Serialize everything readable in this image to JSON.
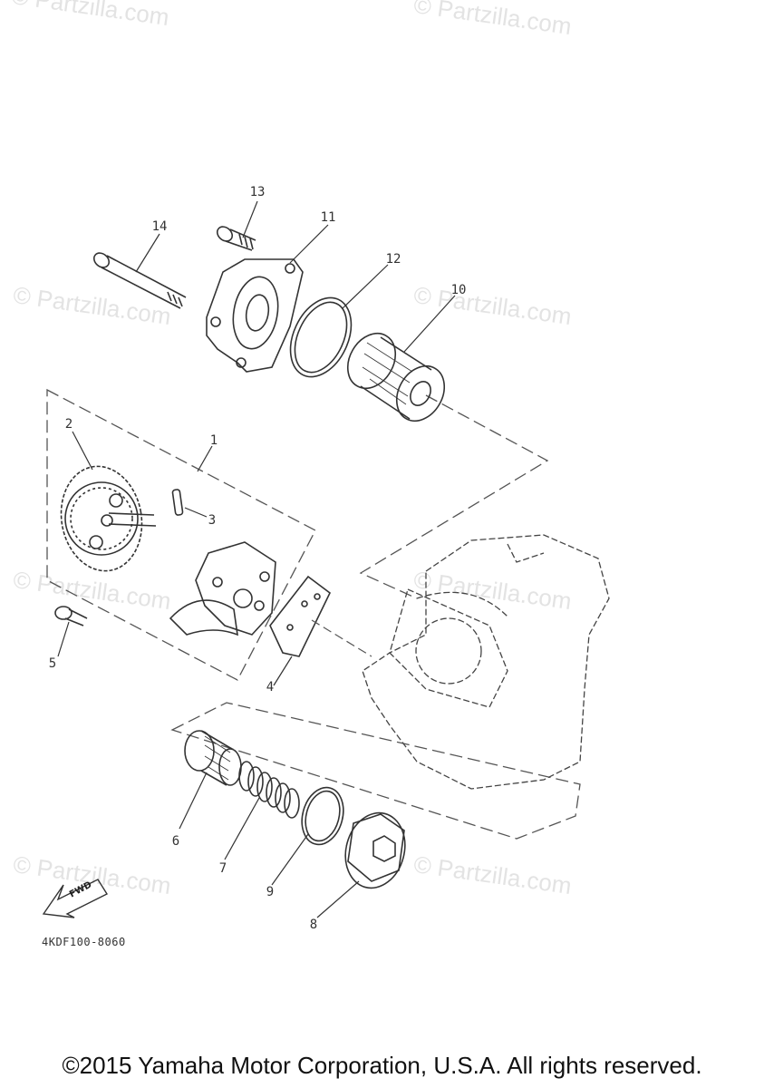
{
  "watermark_text": "© Partzilla.com",
  "diagram_code": "4KDF100-8060",
  "fwd_label": "FWD",
  "copyright": "©2015 Yamaha Motor Corporation, U.S.A. All rights reserved.",
  "callouts": {
    "p1": "1",
    "p2": "2",
    "p3": "3",
    "p4": "4",
    "p5": "5",
    "p6": "6",
    "p7": "7",
    "p8": "8",
    "p9": "9",
    "p10": "10",
    "p11": "11",
    "p12": "12",
    "p13": "13",
    "p14": "14"
  }
}
